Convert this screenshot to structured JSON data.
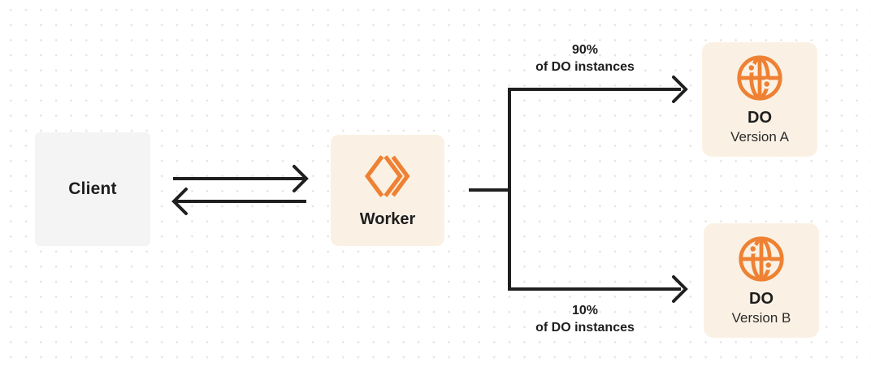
{
  "diagram": {
    "nodes": {
      "client": {
        "label": "Client"
      },
      "worker": {
        "label": "Worker",
        "icon": "workers-chevrons-icon"
      },
      "do_a": {
        "title": "DO",
        "subtitle": "Version A",
        "icon": "durable-object-globe-icon"
      },
      "do_b": {
        "title": "DO",
        "subtitle": "Version B",
        "icon": "durable-object-globe-icon"
      }
    },
    "branches": {
      "top": {
        "percent": "90%",
        "caption": "of DO instances"
      },
      "bottom": {
        "percent": "10%",
        "caption": "of DO instances"
      }
    },
    "edges": [
      "client-to-worker-request-arrow",
      "worker-to-client-response-arrow",
      "worker-split-to-do-version-a-arrow",
      "worker-split-to-do-version-b-arrow"
    ],
    "colors": {
      "accent_orange": "#EE8133",
      "node_cream": "#FAF1E4",
      "node_gray": "#F4F4F5",
      "arrow_dark": "#1F1F1F",
      "text_dark": "#1E1E1E",
      "text_sub": "#2B2B2B",
      "dot_grid": "#E4E4E4",
      "background": "#FFFFFF"
    }
  }
}
